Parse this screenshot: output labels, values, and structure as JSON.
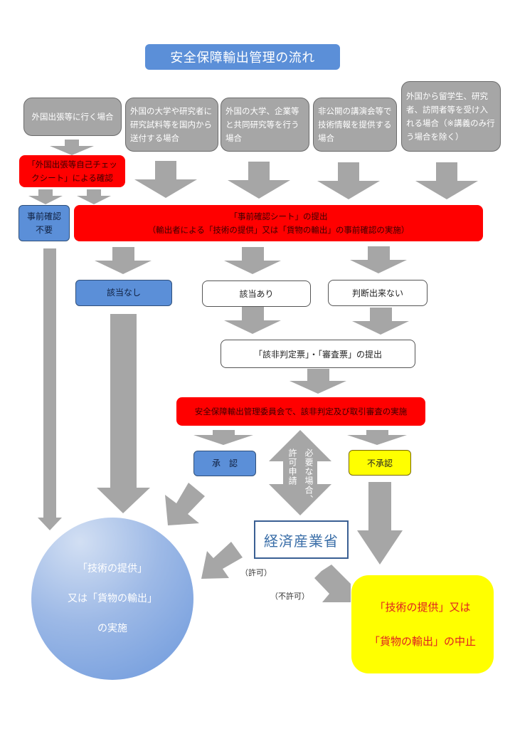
{
  "title": "安全保障輸出管理の流れ",
  "cases": [
    {
      "label": "外国出張等に行く場合"
    },
    {
      "label": "外国の大学や研究者に研究試料等を国内から送付する場合"
    },
    {
      "label": "外国の大学、企業等と共同研究等を行う場合"
    },
    {
      "label": "非公開の講演会等で技術情報を提供する場合"
    },
    {
      "label": "外国から留学生、研究者、訪問者等を受け入れる場合（※講義のみ行う場合を除く）"
    }
  ],
  "self_check": {
    "line1": "「外国出張等自己チェッ",
    "line2": "クシート」による確認"
  },
  "no_precheck": {
    "line1": "事前確認",
    "line2": "不要"
  },
  "precheck_sheet": {
    "line1": "「事前確認シート」の提出",
    "line2": "（輸出者による「技術の提供」又は「貨物の輸出」の事前確認の実施）"
  },
  "outcomes": {
    "not_applicable": "該当なし",
    "applicable": "該当あり",
    "undetermined": "判断出来ない"
  },
  "forms_submission": "「該非判定票」・「審査票」の提出",
  "committee_review": "安全保障輸出管理委員会で、該非判定及び取引審査の実施",
  "approval": "承　認",
  "disapproval": "不承認",
  "license_application": {
    "col1": "必要な場合、",
    "col2": "許可申請"
  },
  "meti": "経済産業省",
  "permit_label": "（許可）",
  "no_permit_label": "（不許可）",
  "execute": {
    "line1": "「技術の提供」",
    "line2": "又は「貨物の輸出」",
    "line3": "の実施"
  },
  "stop": {
    "line1": "「技術の提供」又は",
    "line2": "「貨物の輸出」の中止"
  },
  "colors": {
    "title_blue": "#5b8fd8",
    "alert_red": "#ff0000",
    "case_gray": "#a6a6a6",
    "arrow_gray": "#a6a6a6",
    "stop_yellow": "#ffff00",
    "meti_border": "#3a5f93"
  }
}
